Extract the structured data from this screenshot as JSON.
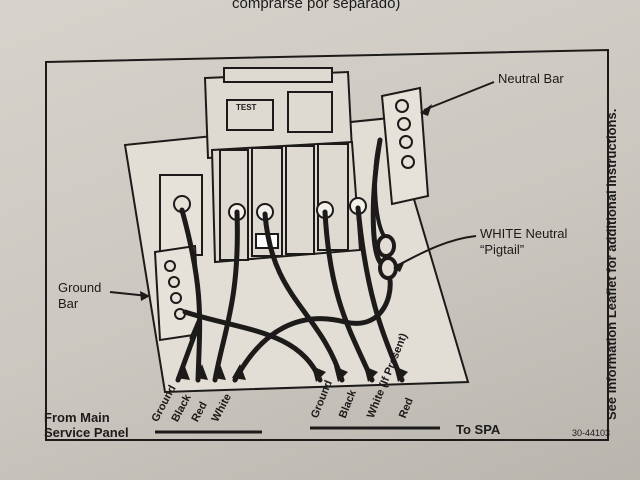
{
  "top_text": "comprarse por separado)",
  "labels": {
    "neutral_bar": "Neutral Bar",
    "white_neutral_line1": "WHITE Neutral",
    "white_neutral_line2": "“Pigtail”",
    "ground_bar_line1": "Ground",
    "ground_bar_line2": "Bar",
    "from_main_line1": "From Main",
    "from_main_line2": "Service Panel",
    "to_spa": "To SPA",
    "side_note": "See Information Leaflet for additional instructions.",
    "part_number": "30-44103",
    "breaker_test": "TEST"
  },
  "wires_in": [
    "Ground",
    "Black",
    "Red",
    "White"
  ],
  "wires_out": [
    "Ground",
    "Black",
    "White (If Present)",
    "Red"
  ]
}
